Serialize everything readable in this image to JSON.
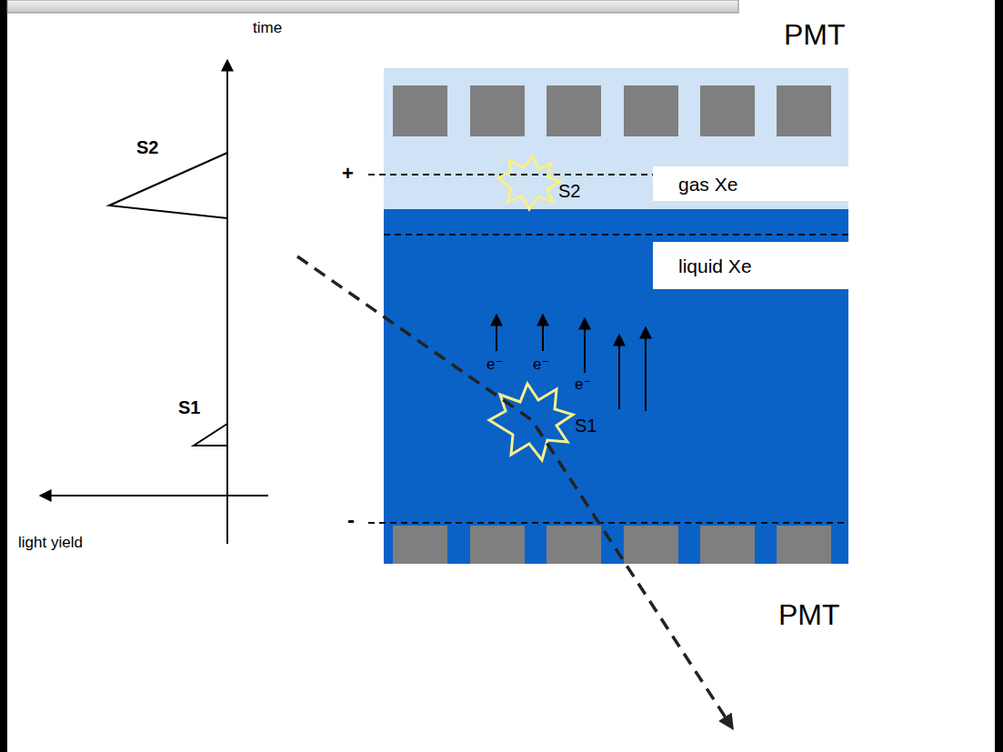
{
  "diagram": {
    "nodes": [
      {
        "text": [
          "gas Xe"
        ]
      },
      {
        "text": [
          "liquid Xe"
        ]
      }
    ],
    "labels": [
      "PMT",
      "time",
      "S2",
      "S1",
      "light yield",
      "+",
      "-",
      "S2",
      "e⁻",
      "e⁻",
      "e⁻",
      "S1",
      "PMT"
    ]
  }
}
